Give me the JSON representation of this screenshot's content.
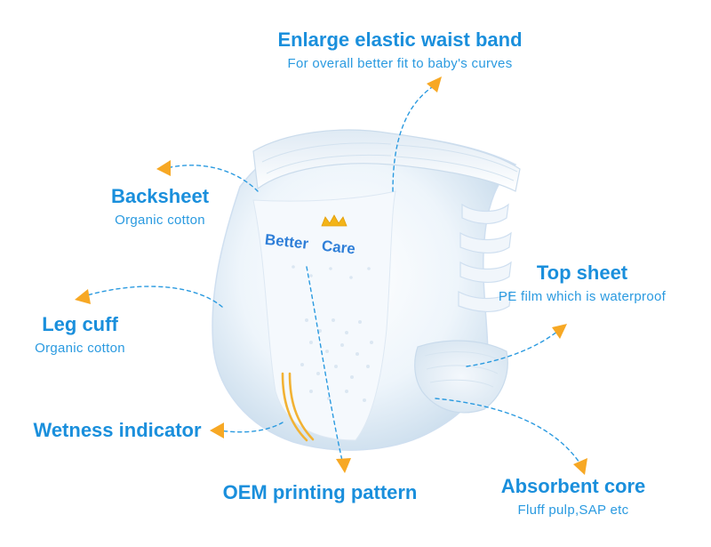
{
  "brand": {
    "word1": "Better",
    "word2": "Care",
    "crown_color": "#f3b418",
    "text_color": "#2f7fd8"
  },
  "colors": {
    "accent": "#1a8fdc",
    "arrow": "#f7a824",
    "dash": "#2a9ae0",
    "indicator": "#f2b233"
  },
  "features": [
    {
      "id": "waist",
      "title": "Enlarge elastic waist band",
      "subtitle": "For overall better fit to baby's curves"
    },
    {
      "id": "backsheet",
      "title": "Backsheet",
      "subtitle": "Organic cotton"
    },
    {
      "id": "topsheet",
      "title": "Top sheet",
      "subtitle": "PE film which is waterproof"
    },
    {
      "id": "legcuff",
      "title": "Leg cuff",
      "subtitle": "Organic cotton"
    },
    {
      "id": "wetness",
      "title": "Wetness indicator",
      "subtitle": ""
    },
    {
      "id": "oem",
      "title": "OEM printing pattern",
      "subtitle": ""
    },
    {
      "id": "absorbent",
      "title": "Absorbent core",
      "subtitle": "Fluff pulp,SAP etc"
    }
  ]
}
